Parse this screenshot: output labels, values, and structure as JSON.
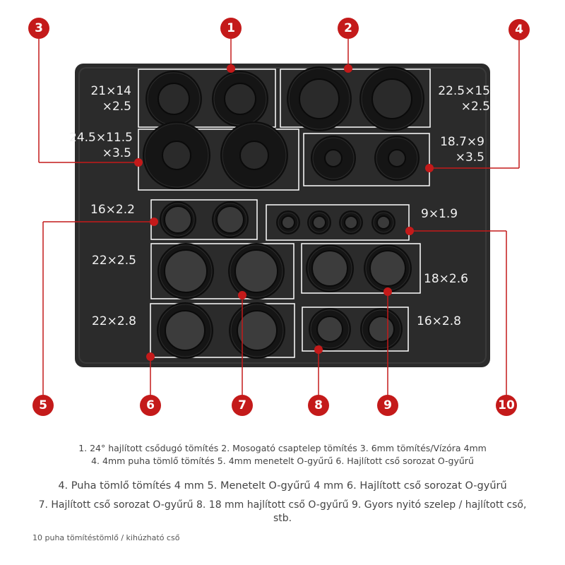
{
  "colors": {
    "accent": "#c41a1a",
    "tray": "#2b2b2b",
    "ring": "#151515",
    "frame": "#ffffff"
  },
  "callouts": [
    "1",
    "2",
    "3",
    "4",
    "5",
    "6",
    "7",
    "8",
    "9",
    "10"
  ],
  "dimensions": {
    "d1": [
      "21×14",
      "×2.5"
    ],
    "d2": [
      "22.5×15",
      "×2.5"
    ],
    "d3": [
      "24.5×11.5",
      "×3.5"
    ],
    "d4": [
      "18.7×9",
      "×3.5"
    ],
    "d5": "16×2.2",
    "d6": "9×1.9",
    "d7": "22×2.5",
    "d8": "18×2.6",
    "d9": "22×2.8",
    "d10": "16×2.8"
  },
  "captions": {
    "line1a": "1. 24° hajlított csődugó tömítés 2. Mosogató csaptelep tömítés 3. 6mm tömítés/Vízóra 4mm",
    "line1b": "4. 4mm puha tömlő tömítés 5. 4mm menetelt O-gyűrű 6. Hajlított cső sorozat O-gyűrű",
    "line2": "4. Puha tömlő tömítés 4 mm 5. Menetelt O-gyűrű 4 mm 6. Hajlított cső sorozat O-gyűrű",
    "line3": "7. Hajlított cső sorozat O-gyűrű 8. 18 mm hajlított cső O-gyűrű 9. Gyors nyitó szelep / hajlított cső, stb.",
    "line4": "10 puha tömítéstömlő / kihúzható cső"
  }
}
